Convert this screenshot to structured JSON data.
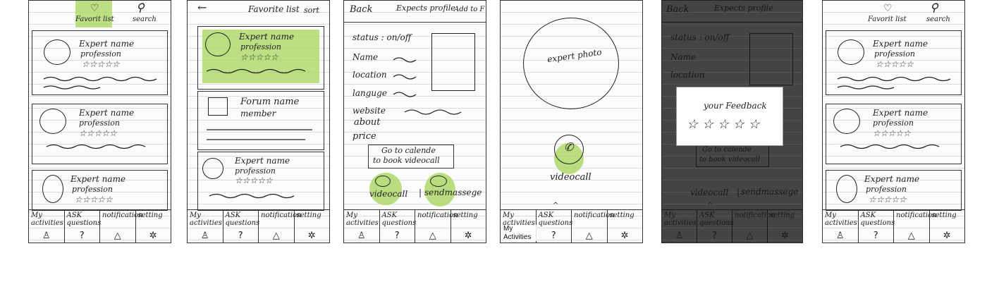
{
  "nav": {
    "my_activities": "My activities",
    "ask_questions": "ASK questions",
    "notification": "notification",
    "setting": "setting",
    "icons": [
      "person-icon",
      "question-icon",
      "bell-icon",
      "gear-crossed-icon"
    ]
  },
  "expert_card": {
    "name": "Expert name",
    "profession": "profession",
    "stars": "☆☆☆☆☆"
  },
  "screen1": {
    "favorite_tab": "Favorit list",
    "search_tab": "search",
    "favorite_icon": "♡",
    "search_icon": "⚲"
  },
  "screen2": {
    "back": "←",
    "title": "Favorite list",
    "sort": "sort",
    "forum_name": "Forum name",
    "forum_member": "member"
  },
  "screen3": {
    "back": "Back",
    "title": "Expects profile",
    "add_fav": "Add to F",
    "status": "status : on/off",
    "name": "Name",
    "location": "location",
    "language": "languge",
    "website": "website",
    "about": "about",
    "price": "price",
    "calendar_line1": "Go to calende",
    "calendar_line2": "to book videocall",
    "videocall": "videocall",
    "send_message": "sendmassege",
    "separator": "|"
  },
  "screen4": {
    "photo": "expert photo",
    "videocall": "videocall",
    "phone_icon": "✆",
    "printed_label": "My Activities",
    "caret": "^"
  },
  "screen5": {
    "feedback": "your Feedback",
    "stars": "☆ ☆ ☆ ☆ ☆",
    "caret": "^"
  },
  "colors": {
    "highlight": "#a8d65c",
    "paper": "#fbfbfb",
    "dark_overlay": "#444444"
  }
}
